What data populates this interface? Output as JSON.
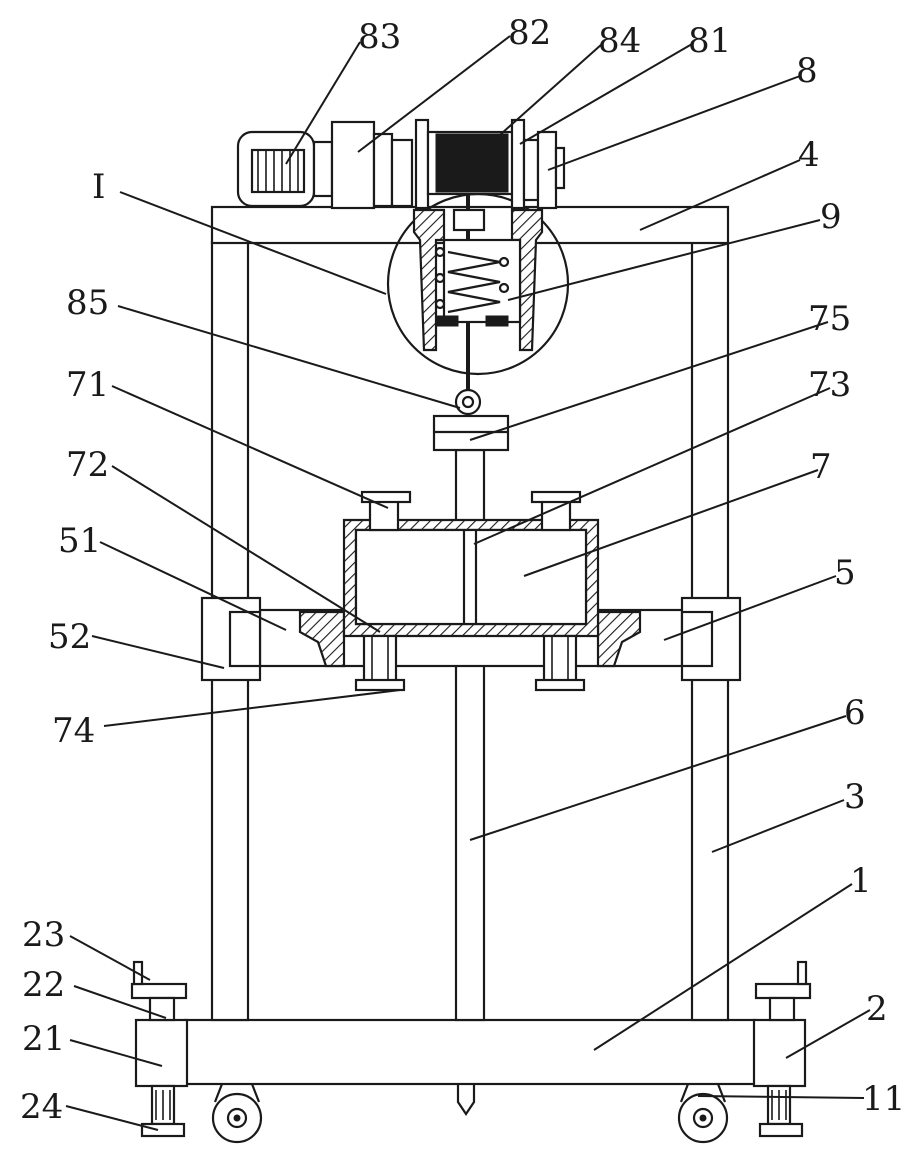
{
  "labels": {
    "l83": "83",
    "l82": "82",
    "l84": "84",
    "l81": "81",
    "l8": "8",
    "l4": "4",
    "lI": "I",
    "l9": "9",
    "l85": "85",
    "l75": "75",
    "l71": "71",
    "l73": "73",
    "l72": "72",
    "l7": "7",
    "l51": "51",
    "l5": "5",
    "l52": "52",
    "l74": "74",
    "l6": "6",
    "l3": "3",
    "l1": "1",
    "l23": "23",
    "l22": "22",
    "l2": "2",
    "l21": "21",
    "l24": "24",
    "l11": "11"
  }
}
